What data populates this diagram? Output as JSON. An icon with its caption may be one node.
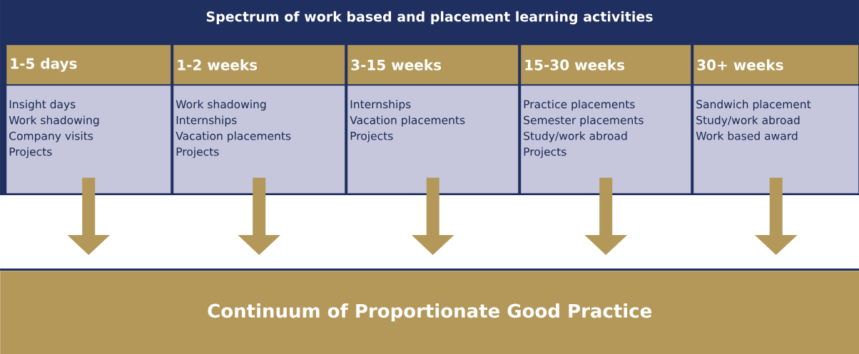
{
  "diagram": {
    "title": "Spectrum of work based and placement learning activities",
    "nodes": [
      {
        "text": [
          "1-5 days"
        ]
      },
      {
        "text": [
          "Insight days",
          "Work shadowing",
          "Company visits",
          "Projects"
        ]
      },
      {
        "text": [
          "1-2 weeks"
        ]
      },
      {
        "text": [
          "Work shadowing",
          "Internships",
          "Vacation placements",
          "Projects"
        ]
      },
      {
        "text": [
          "3-15 weeks"
        ]
      },
      {
        "text": [
          "Internships",
          "Vacation placements",
          "Projects"
        ]
      },
      {
        "text": [
          "15-30 weeks"
        ]
      },
      {
        "text": [
          "Practice placements",
          "Semester placements",
          "Study/work abroad",
          "Projects"
        ]
      },
      {
        "text": [
          "30+ weeks"
        ]
      },
      {
        "text": [
          "Sandwich placement",
          "Study/work abroad",
          "Work based award"
        ]
      },
      {
        "text": [
          "Continuum of Proportionate Good Practice"
        ]
      }
    ],
    "edges": [
      {
        "from": 1,
        "to": 10,
        "arrow": "to"
      },
      {
        "from": 3,
        "to": 10,
        "arrow": "to"
      },
      {
        "from": 5,
        "to": 10,
        "arrow": "to"
      },
      {
        "from": 7,
        "to": 10,
        "arrow": "to"
      },
      {
        "from": 9,
        "to": 10,
        "arrow": "to"
      }
    ]
  }
}
